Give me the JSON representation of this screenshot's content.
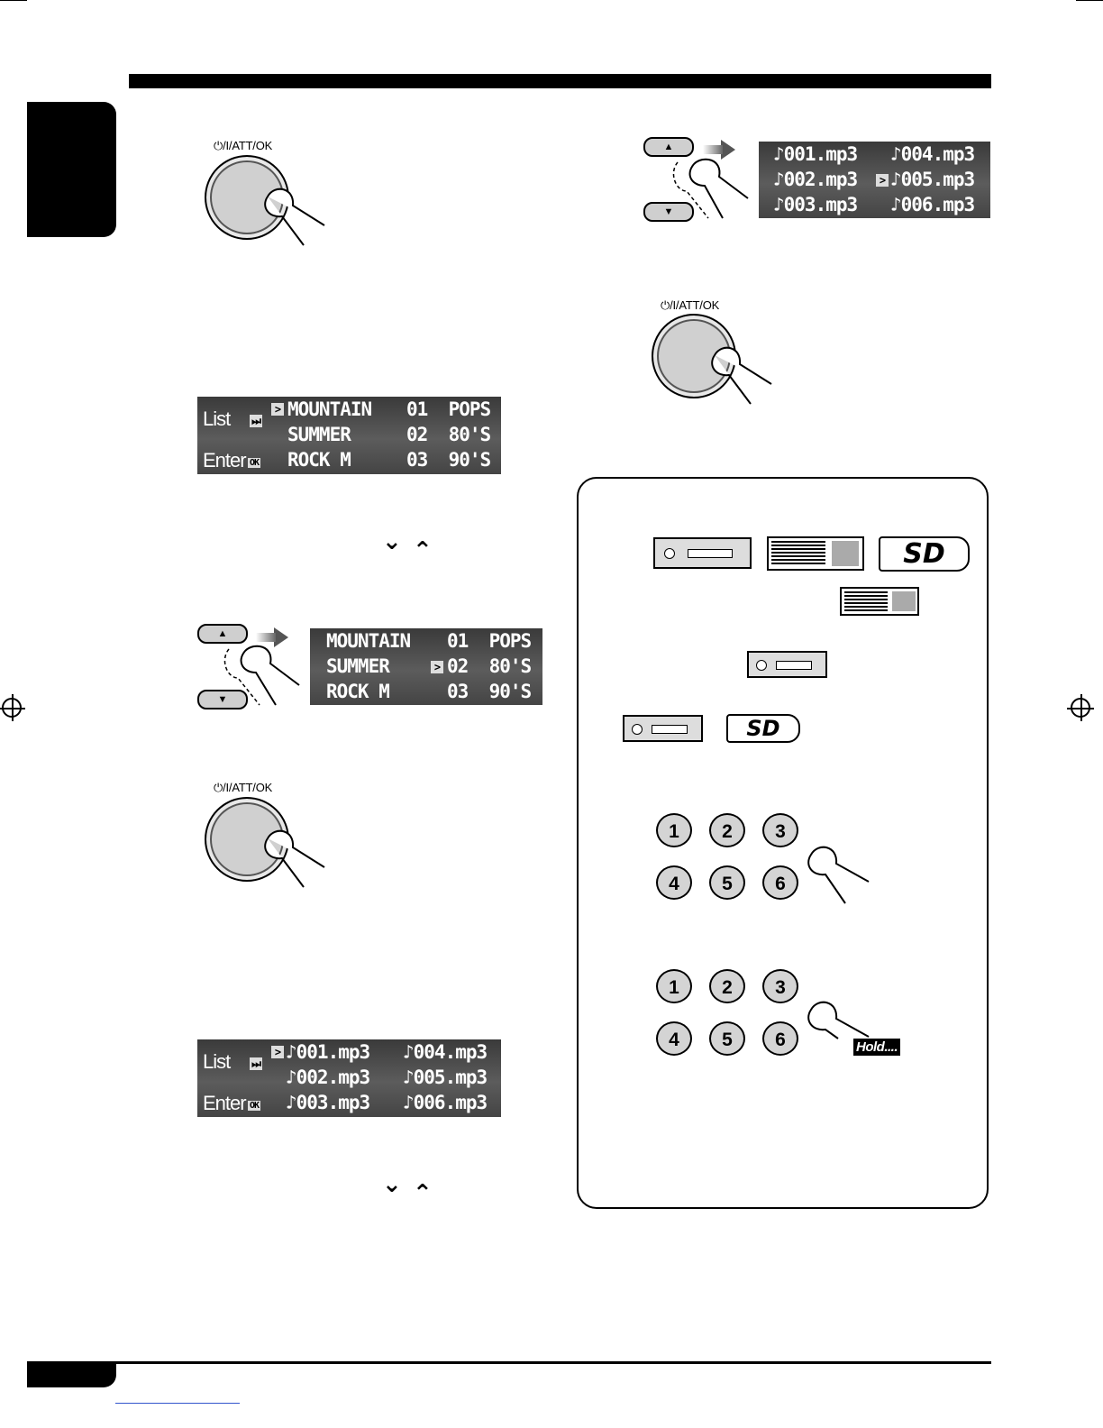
{
  "buttons": {
    "knob_label": "⏻/I/ATT/OK"
  },
  "lcd_folders": {
    "side_top": "List",
    "side_bottom": "Enter",
    "ok_badge": "OK",
    "rows": [
      [
        "MOUNTAIN",
        "01  POPS"
      ],
      [
        "SUMMER",
        "02  80'S"
      ],
      [
        "ROCK M",
        "03  90'S"
      ]
    ]
  },
  "lcd_folders_small": {
    "rows": [
      [
        "MOUNTAIN",
        "01  POPS"
      ],
      [
        "SUMMER",
        "02  80'S"
      ],
      [
        "ROCK M",
        "03  90'S"
      ]
    ]
  },
  "lcd_files": {
    "side_top": "List",
    "side_bottom": "Enter",
    "ok_badge": "OK",
    "rows": [
      [
        "♪001.mp3",
        "♪004.mp3"
      ],
      [
        "♪002.mp3",
        "♪005.mp3"
      ],
      [
        "♪003.mp3",
        "♪006.mp3"
      ]
    ]
  },
  "lcd_files_small": {
    "rows": [
      [
        "♪001.mp3",
        "♪004.mp3"
      ],
      [
        "♪002.mp3",
        "♪005.mp3"
      ],
      [
        "♪003.mp3",
        "♪006.mp3"
      ]
    ]
  },
  "chevrons": {
    "down": "⌄",
    "up": "⌃"
  },
  "sd_label": "SD",
  "numpad": [
    "1",
    "2",
    "3",
    "4",
    "5",
    "6"
  ],
  "hold_label": "Hold....",
  "colors": {
    "lcd_bg": "#4a4a4a",
    "key_fill": "#d4d4d4"
  }
}
